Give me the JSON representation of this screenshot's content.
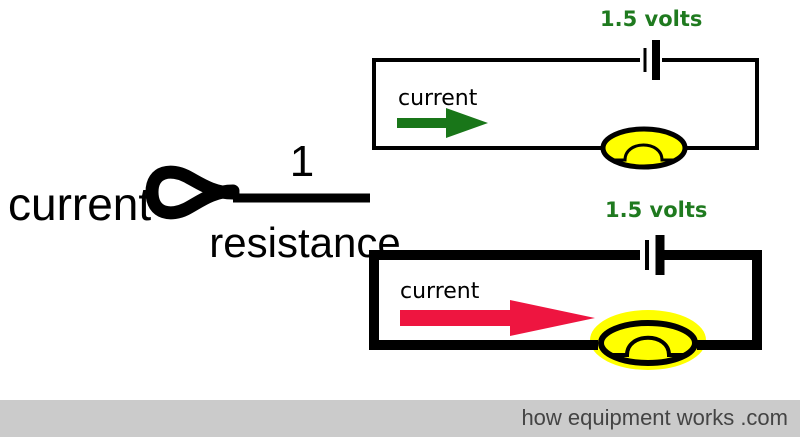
{
  "formula": {
    "lhs": "current",
    "numerator": "1",
    "denominator": "resistance"
  },
  "circuits": [
    {
      "voltage_label": "1.5 volts",
      "current_label": "current",
      "arrow_color": "#197619",
      "bulb_glow": "faint"
    },
    {
      "voltage_label": "1.5 volts",
      "current_label": "current",
      "arrow_color": "#ee1540",
      "bulb_glow": "bright"
    }
  ],
  "colors": {
    "voltage_text": "#1f7a1f",
    "wire": "#000000",
    "bulb_fill": "#ffff00",
    "footer_bg": "#cbcbcb",
    "footer_text": "#444444"
  },
  "footer": {
    "credit": "how equipment works .com"
  }
}
